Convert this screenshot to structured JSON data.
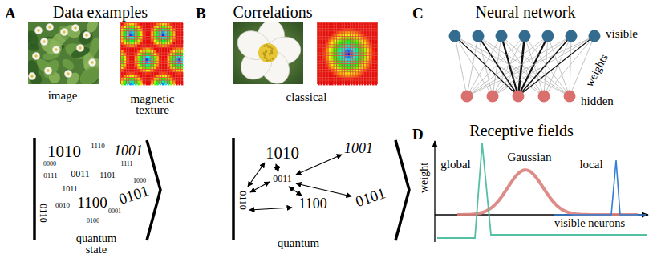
{
  "diagram": {
    "labels": [
      "A",
      "Data examples",
      "B",
      "Correlations",
      "C",
      "Neural network",
      "visible",
      "weights",
      "hidden",
      "image",
      "magnetic texture",
      "classical",
      "1010",
      "1110",
      "1001",
      "0000",
      "1111",
      "0111",
      "0011",
      "1101",
      "1011",
      "1000",
      "0110",
      "0010",
      "1100",
      "0001",
      "0101",
      "0100",
      "quantum state",
      "1010",
      "1001",
      "0011",
      "0101",
      "1100",
      "0110",
      "quantum",
      "D",
      "Receptive fields",
      "global",
      "Gaussian",
      "local",
      "weight",
      "visible neurons"
    ]
  }
}
